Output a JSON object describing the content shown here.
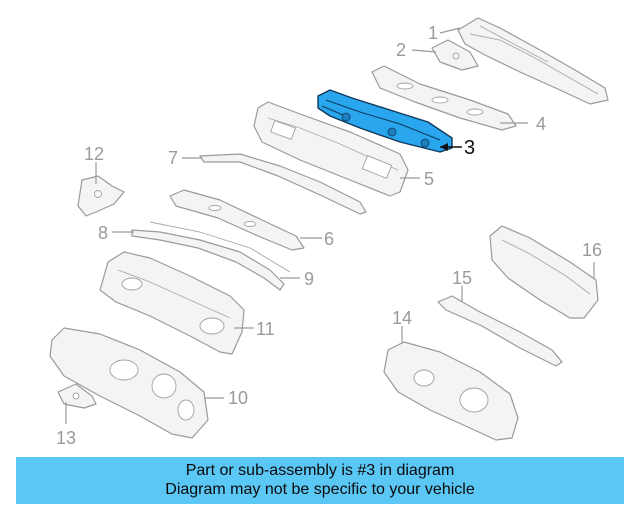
{
  "diagram": {
    "highlighted_part": "3",
    "callouts": [
      "1",
      "2",
      "3",
      "4",
      "5",
      "6",
      "7",
      "8",
      "9",
      "10",
      "11",
      "12",
      "13",
      "14",
      "15",
      "16"
    ]
  },
  "colors": {
    "highlight": "#29a6ee",
    "banner": "#5bc7f5",
    "line": "#9a9a9a"
  },
  "banner": {
    "line1": "Part or sub-assembly is #3 in diagram",
    "line2": "Diagram may not be specific to your vehicle"
  }
}
